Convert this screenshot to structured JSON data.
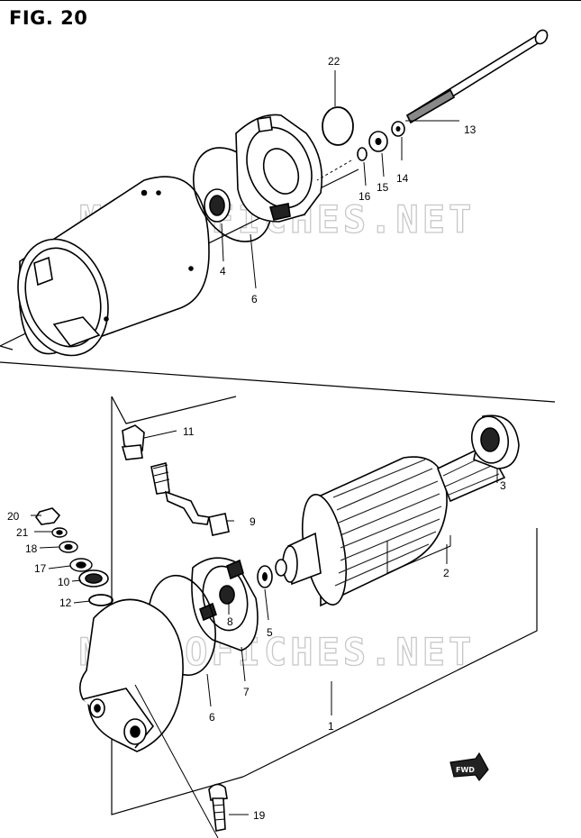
{
  "figure": {
    "title": "FIG. 20"
  },
  "watermark": "MICROFICHES.NET",
  "badge": "FWD",
  "callouts": [
    {
      "key": "p22",
      "text": "22"
    },
    {
      "key": "p13",
      "text": "13"
    },
    {
      "key": "p14",
      "text": "14"
    },
    {
      "key": "p15",
      "text": "15"
    },
    {
      "key": "p16",
      "text": "16"
    },
    {
      "key": "p4",
      "text": "4"
    },
    {
      "key": "p6a",
      "text": "6"
    },
    {
      "key": "p11",
      "text": "11"
    },
    {
      "key": "p3",
      "text": "3"
    },
    {
      "key": "p9",
      "text": "9"
    },
    {
      "key": "p20",
      "text": "20"
    },
    {
      "key": "p21",
      "text": "21"
    },
    {
      "key": "p18",
      "text": "18"
    },
    {
      "key": "p17",
      "text": "17"
    },
    {
      "key": "p10",
      "text": "10"
    },
    {
      "key": "p12",
      "text": "12"
    },
    {
      "key": "p2",
      "text": "2"
    },
    {
      "key": "p5",
      "text": "5"
    },
    {
      "key": "p8",
      "text": "8"
    },
    {
      "key": "p7",
      "text": "7"
    },
    {
      "key": "p6b",
      "text": "6"
    },
    {
      "key": "p1",
      "text": "1"
    },
    {
      "key": "p19",
      "text": "19"
    }
  ]
}
